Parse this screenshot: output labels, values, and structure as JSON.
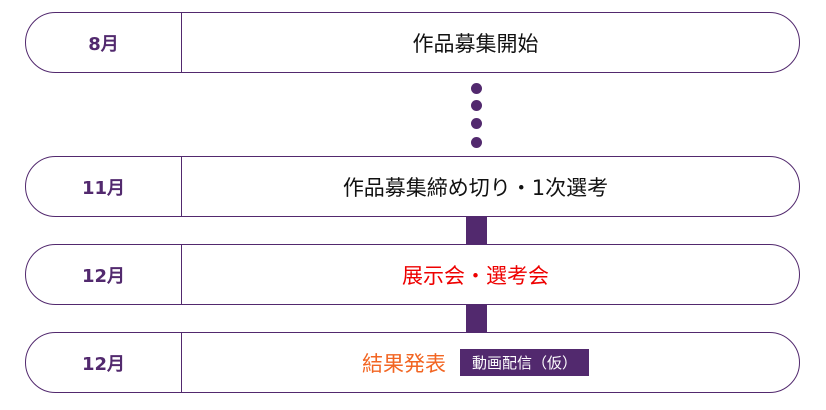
{
  "colors": {
    "accent": "#52296e",
    "red": "#ee0000",
    "orange": "#f26522"
  },
  "rows": [
    {
      "month": "8月",
      "event": "作品募集開始"
    },
    {
      "month": "11月",
      "event": "作品募集締め切り・1次選考"
    },
    {
      "month": "12月",
      "event": "展示会・選考会"
    },
    {
      "month": "12月",
      "event": "結果発表",
      "badge": "動画配信（仮）"
    }
  ]
}
